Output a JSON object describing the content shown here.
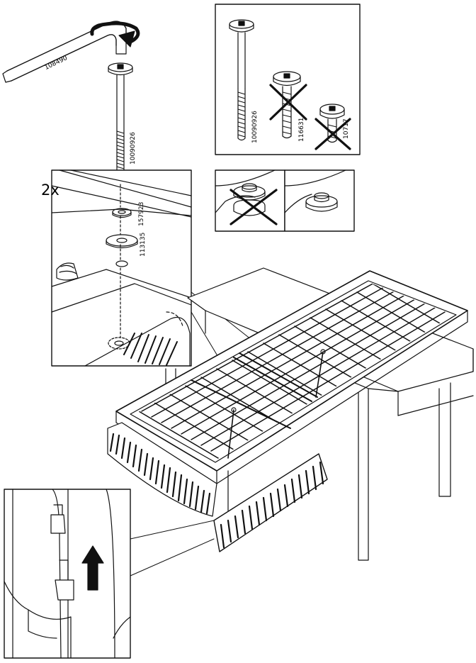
{
  "document": {
    "step_quantity": "2x",
    "parts": {
      "allen_key": "108490",
      "long_bolt": "10090926",
      "washer_small": "157923",
      "washer_large": "113135",
      "wrong_screw_a": "116631",
      "wrong_screw_b": "10717"
    }
  }
}
